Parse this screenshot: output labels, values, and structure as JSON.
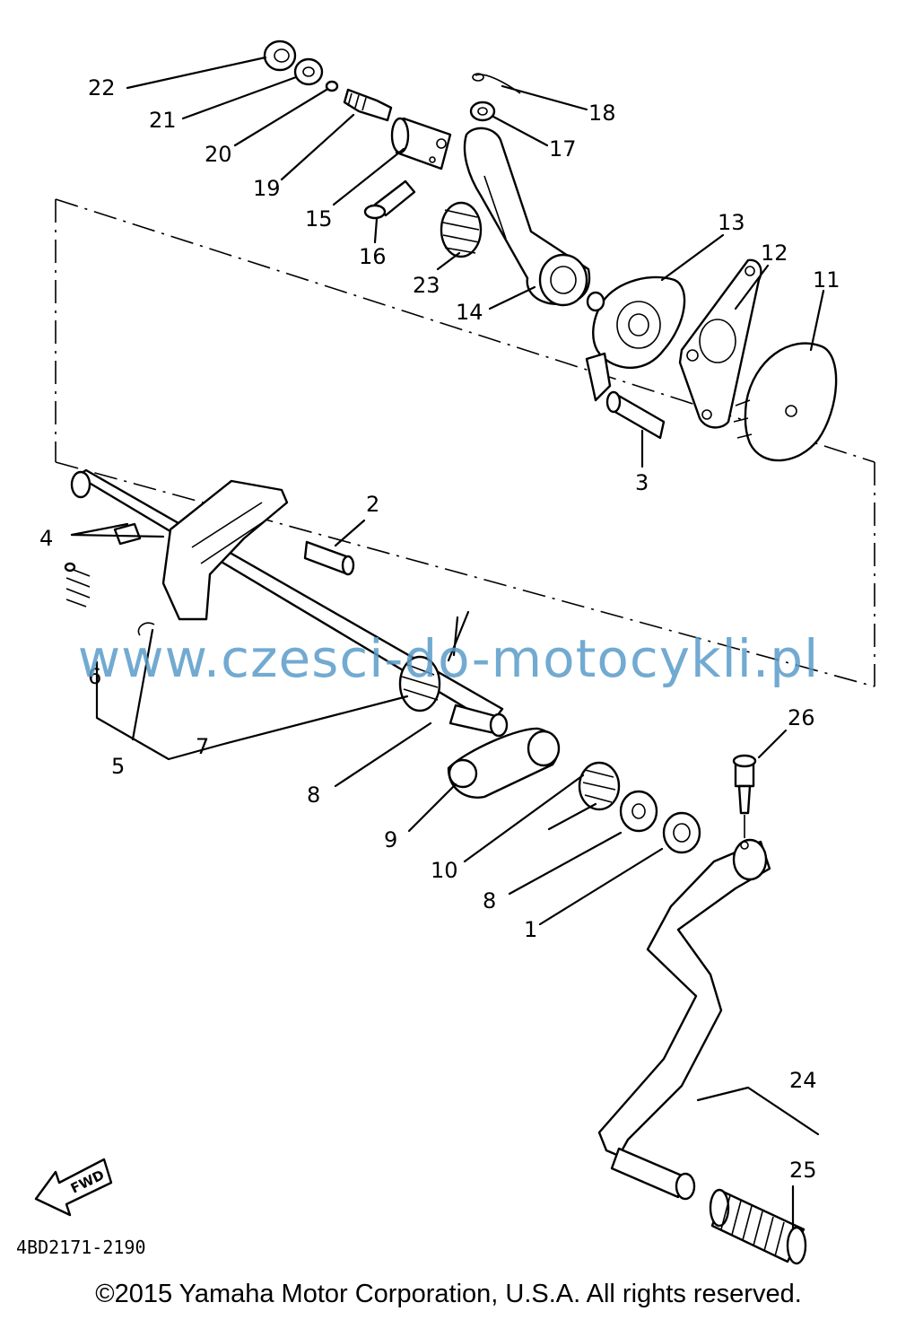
{
  "callouts": {
    "c1": "1",
    "c2": "2",
    "c3": "3",
    "c4": "4",
    "c5": "5",
    "c6": "6",
    "c7": "7",
    "c8a": "8",
    "c8b": "8",
    "c9": "9",
    "c10": "10",
    "c11": "11",
    "c12": "12",
    "c13": "13",
    "c14": "14",
    "c15": "15",
    "c16": "16",
    "c17": "17",
    "c18": "18",
    "c19": "19",
    "c20": "20",
    "c21": "21",
    "c22": "22",
    "c23": "23",
    "c24": "24",
    "c25": "25",
    "c26": "26"
  },
  "fwd_label": "FWD",
  "diagram_code": "4BD2171-2190",
  "watermark": "www.czesci-do-motocykli.pl",
  "copyright": "©2015 Yamaha Motor Corporation, U.S.A. All rights reserved."
}
